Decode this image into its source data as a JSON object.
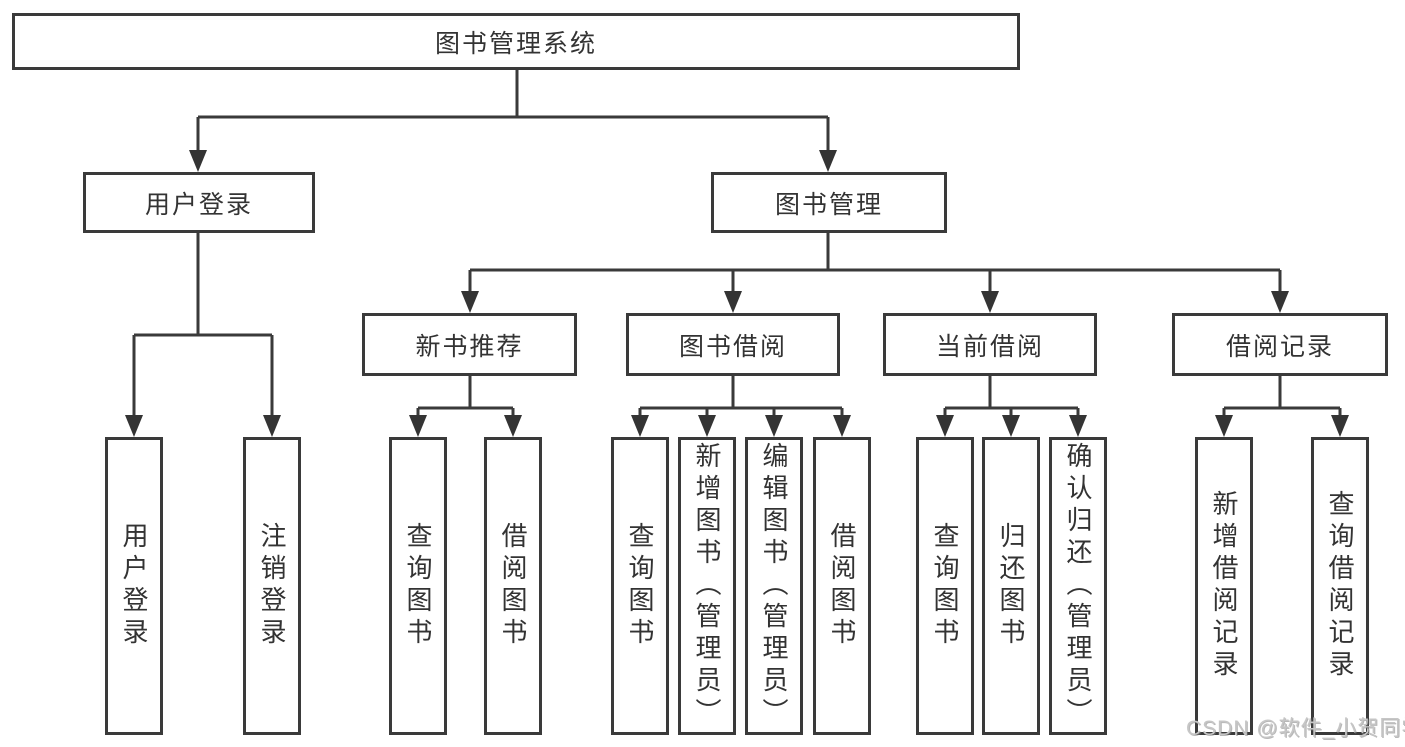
{
  "diagram": {
    "title": "图书管理系统",
    "nodes": {
      "root": {
        "label": "图书管理系统"
      },
      "user_login": {
        "label": "用户登录"
      },
      "book_mgmt": {
        "label": "图书管理"
      },
      "new_book_rec": {
        "label": "新书推荐"
      },
      "book_borrow": {
        "label": "图书借阅"
      },
      "current_borrow": {
        "label": "当前借阅"
      },
      "borrow_record": {
        "label": "借阅记录"
      },
      "leaves": {
        "user_login": {
          "label": "用户登录"
        },
        "logout": {
          "label": "注销登录"
        },
        "rec_query_book": {
          "label": "查询图书"
        },
        "rec_borrow_book": {
          "label": "借阅图书"
        },
        "bb_query_book": {
          "label": "查询图书"
        },
        "bb_add_book": {
          "label": "新增图书（管理员）"
        },
        "bb_edit_book": {
          "label": "编辑图书（管理员）"
        },
        "bb_borrow_book": {
          "label": "借阅图书"
        },
        "cb_query_book": {
          "label": "查询图书"
        },
        "cb_return_book": {
          "label": "归还图书"
        },
        "cb_confirm_return": {
          "label": "确认归还（管理员）"
        },
        "br_add_record": {
          "label": "新增借阅记录"
        },
        "br_query_record": {
          "label": "查询借阅记录"
        }
      }
    },
    "edges": [
      {
        "from": "图书管理系统",
        "to": [
          "用户登录",
          "图书管理"
        ]
      },
      {
        "from": "用户登录",
        "to": [
          "用户登录",
          "注销登录"
        ]
      },
      {
        "from": "图书管理",
        "to": [
          "新书推荐",
          "图书借阅",
          "当前借阅",
          "借阅记录"
        ]
      },
      {
        "from": "新书推荐",
        "to": [
          "查询图书",
          "借阅图书"
        ]
      },
      {
        "from": "图书借阅",
        "to": [
          "查询图书",
          "新增图书（管理员）",
          "编辑图书（管理员）",
          "借阅图书"
        ]
      },
      {
        "from": "当前借阅",
        "to": [
          "查询图书",
          "归还图书",
          "确认归还（管理员）"
        ]
      },
      {
        "from": "借阅记录",
        "to": [
          "新增借阅记录",
          "查询借阅记录"
        ]
      }
    ],
    "colors": {
      "line": "#3a3a3a",
      "text": "#333333",
      "box_background": "#ffffff",
      "watermark": "#c6c6c6"
    }
  },
  "watermark": {
    "text": "CSDN @软件_小贺同学"
  }
}
